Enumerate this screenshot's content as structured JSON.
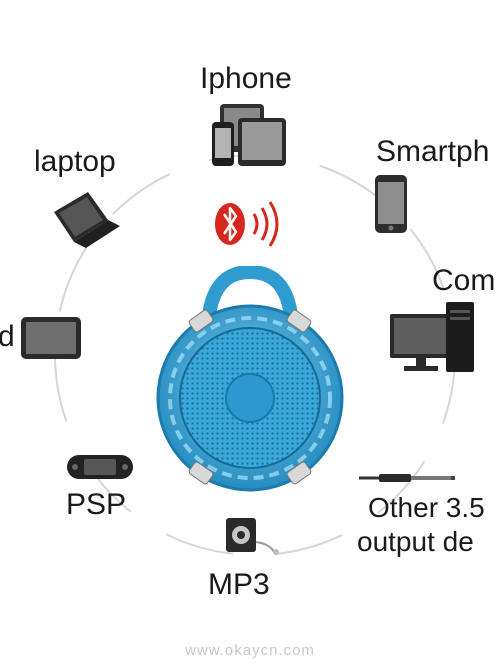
{
  "labels": {
    "iphone": "Iphone",
    "laptop": "laptop",
    "smartphone": "Smartph",
    "computer": "Com",
    "pad": "d",
    "psp": "PSP",
    "mp3": "MP3",
    "other_line1": "Other 3.5",
    "other_line2": "output de"
  },
  "icons": {
    "iphone": "tablet-and-phone-icon",
    "laptop": "laptop-icon",
    "smartphone": "smartphone-icon",
    "computer": "desktop-computer-icon",
    "pad": "tablet-icon",
    "psp": "handheld-console-icon",
    "mp3": "mp3-player-icon",
    "other": "audio-jack-cable-icon",
    "bluetooth": "bluetooth-icon",
    "center": "bluetooth-speaker"
  },
  "watermark": "www.okaycn.com",
  "colors": {
    "speaker_blue": "#38a6d8",
    "bluetooth_red": "#d8261f",
    "device_dark": "#333333"
  }
}
